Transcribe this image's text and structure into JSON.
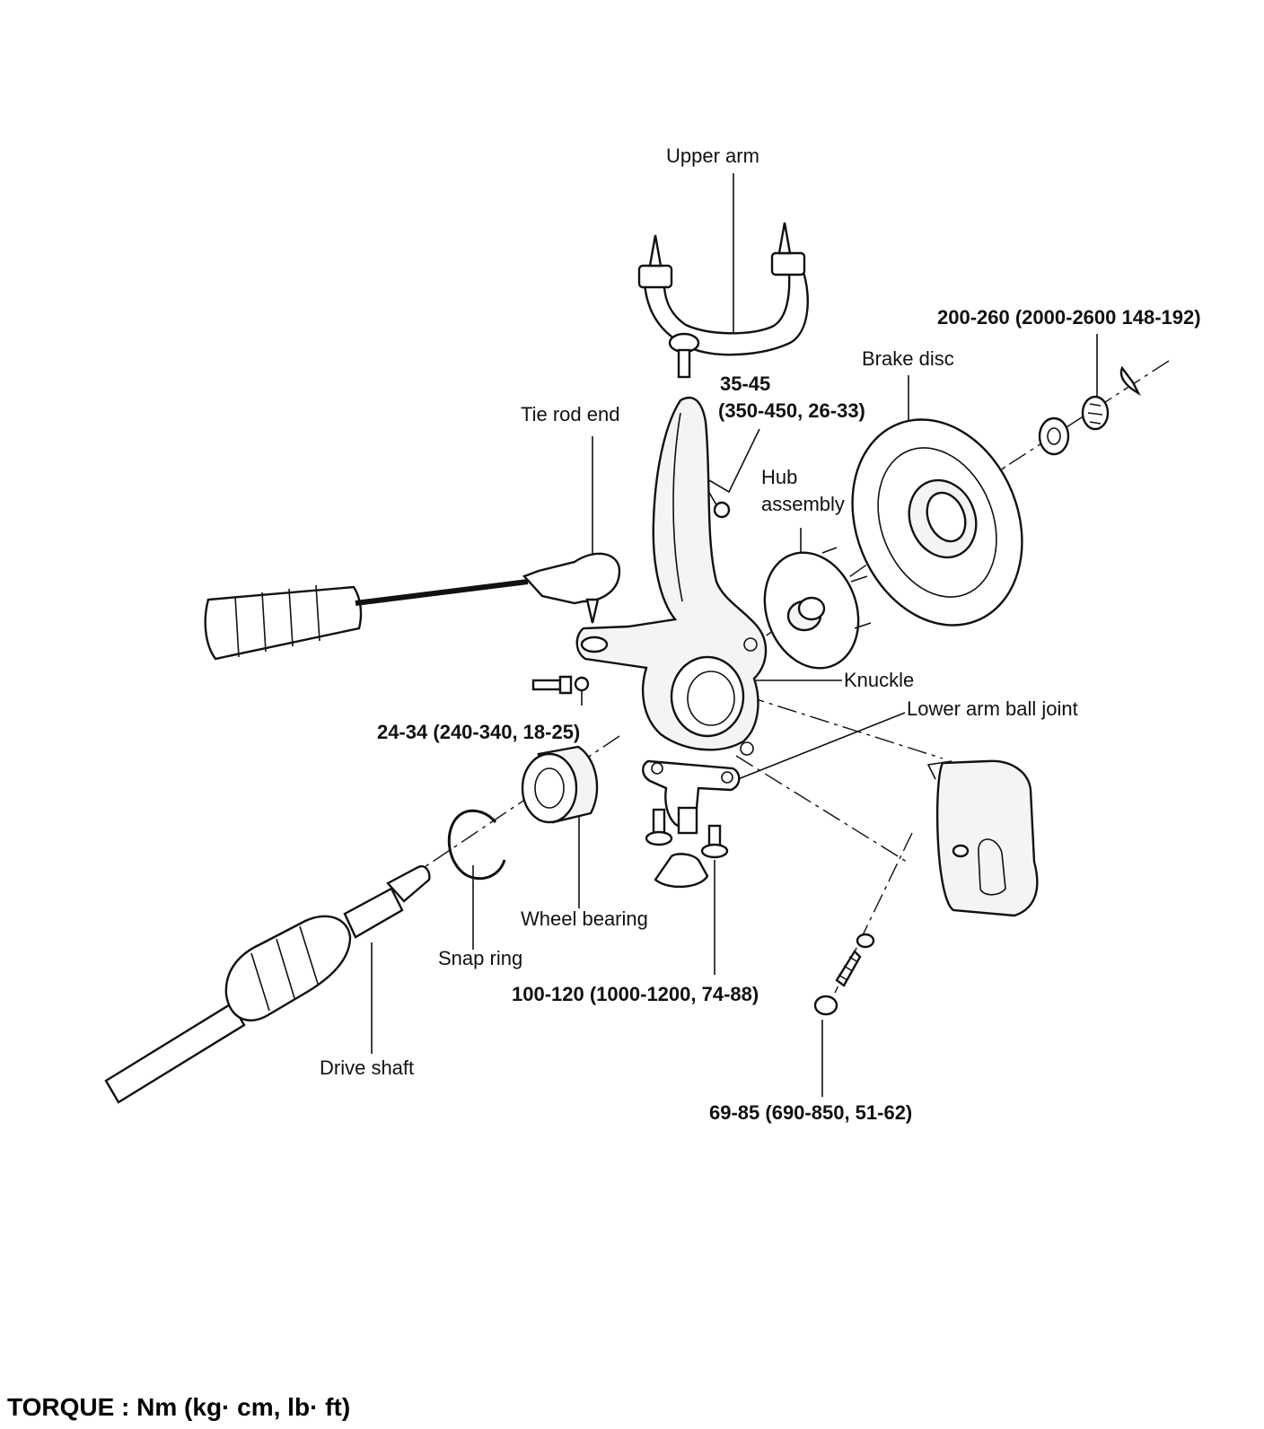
{
  "labels": {
    "upper_arm": "Upper arm",
    "torque_nut_top": "200-260 (2000-2600 148-192)",
    "brake_disc": "Brake disc",
    "torque_upper_joint_1": "35-45",
    "torque_upper_joint_2": "(350-450, 26-33)",
    "tie_rod_end": "Tie rod end",
    "hub_assembly_1": "Hub",
    "hub_assembly_2": "assembly",
    "knuckle": "Knuckle",
    "lower_arm_ball_joint": "Lower arm ball joint",
    "torque_tie_rod": "24-34 (240-340, 18-25)",
    "wheel_bearing": "Wheel bearing",
    "snap_ring": "Snap ring",
    "torque_lower_arm": "100-120 (1000-1200, 74-88)",
    "drive_shaft": "Drive shaft",
    "torque_caliper": "69-85 (690-850, 51-62)"
  },
  "footer": {
    "torque_units": "TORQUE : Nm (kg· cm, lb· ft)"
  }
}
